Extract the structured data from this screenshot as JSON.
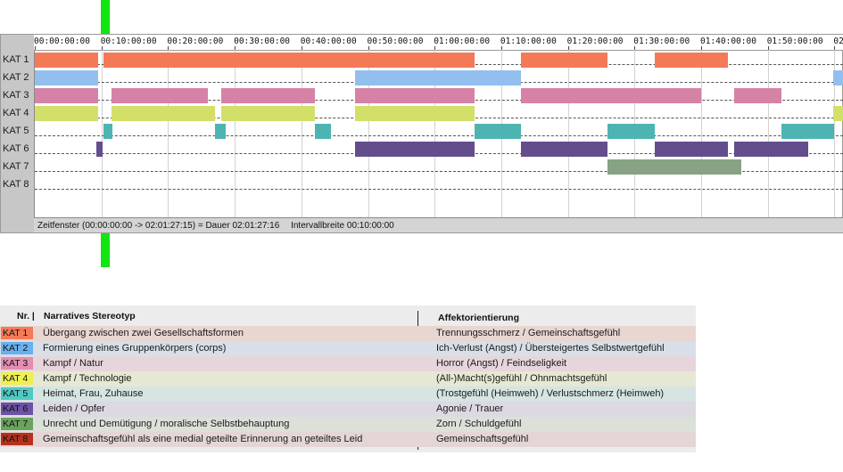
{
  "timeline": {
    "tick_labels": [
      "00:00:00:00",
      "00:10:00:00",
      "00:20:00:00",
      "00:30:00:00",
      "00:40:00:00",
      "00:50:00:00",
      "01:00:00:00",
      "01:10:00:00",
      "01:20:00:00",
      "01:30:00:00",
      "01:40:00:00",
      "01:50:00:00",
      "02"
    ],
    "tick_minutes": [
      0,
      10,
      20,
      30,
      40,
      50,
      60,
      70,
      80,
      90,
      100,
      110,
      120
    ],
    "rows": [
      {
        "label": "KAT 1",
        "color": "#f47a57",
        "segments": [
          [
            0,
            9.5
          ],
          [
            10.3,
            66
          ],
          [
            73,
            86
          ],
          [
            93,
            104
          ]
        ]
      },
      {
        "label": "KAT 2",
        "color": "#92bfee",
        "segments": [
          [
            0,
            9.5
          ],
          [
            48,
            73
          ],
          [
            119.8,
            121.5
          ]
        ]
      },
      {
        "label": "KAT 3",
        "color": "#d682a7",
        "segments": [
          [
            0,
            9.5
          ],
          [
            11.5,
            26
          ],
          [
            28,
            42
          ],
          [
            48,
            66
          ],
          [
            73,
            100
          ],
          [
            105,
            112
          ]
        ]
      },
      {
        "label": "KAT 4",
        "color": "#d2e06a",
        "segments": [
          [
            0,
            9.5
          ],
          [
            11.5,
            27
          ],
          [
            28,
            42
          ],
          [
            48,
            66
          ],
          [
            119.8,
            121.5
          ]
        ]
      },
      {
        "label": "KAT 5",
        "color": "#4eb4b2",
        "segments": [
          [
            10.3,
            11.6
          ],
          [
            27,
            28.6
          ],
          [
            42,
            44.5
          ],
          [
            66,
            73
          ],
          [
            86,
            93
          ],
          [
            112,
            120
          ]
        ]
      },
      {
        "label": "KAT 6",
        "color": "#634d8d",
        "segments": [
          [
            9.3,
            10.2
          ],
          [
            48,
            66
          ],
          [
            73,
            86
          ],
          [
            93,
            104
          ],
          [
            105,
            116
          ]
        ]
      },
      {
        "label": "KAT 7",
        "color": "#87a383",
        "segments": [
          [
            86,
            106
          ]
        ]
      },
      {
        "label": "KAT 8",
        "color": "#ffffff",
        "segments": []
      }
    ],
    "status_window": "Zeitfenster (00:00:00:00 -> 02:01:27:15) = Dauer 02:01:27:16",
    "status_interval": "Intervallbreite 00:10:00:00"
  },
  "legend": {
    "col_nr": "Nr. |",
    "col_stereotype": "Narratives Stereotyp",
    "col_affect": "Affektorientierung",
    "rows": [
      {
        "kat": "KAT 1",
        "badge_color": "#f47a57",
        "row_bg": "#e9d6d1",
        "stereotype": "Übergang zwischen zwei Gesellschaftsformen",
        "affect": "Trennungsschmerz / Gemeinschaftsgefühl"
      },
      {
        "kat": "KAT 2",
        "badge_color": "#6ab0ee",
        "row_bg": "#d8dfe8",
        "stereotype": "Formierung eines Gruppenkörpers (corps)",
        "affect": "Ich-Verlust (Angst) / Übersteigertes Selbstwertgefühl"
      },
      {
        "kat": "KAT 3",
        "badge_color": "#e28db2",
        "row_bg": "#e6d6dc",
        "stereotype": "Kampf / Natur",
        "affect": "Horror (Angst) / Feindseligkeit"
      },
      {
        "kat": "KAT 4",
        "badge_color": "#eef050",
        "row_bg": "#e6e8d3",
        "stereotype": "Kampf / Technologie",
        "affect": "(All-)Macht(s)gefühl / Ohnmachtsgefühl"
      },
      {
        "kat": "KAT 5",
        "badge_color": "#4fc9c2",
        "row_bg": "#d6e4e2",
        "stereotype": "Heimat, Frau, Zuhause",
        "affect": "(Trostgefühl (Heimweh) / Verlustschmerz (Heimweh)"
      },
      {
        "kat": "KAT 6",
        "badge_color": "#6b52a3",
        "row_bg": "#dcd9e2",
        "stereotype": "Leiden / Opfer",
        "affect": "Agonie / Trauer"
      },
      {
        "kat": "KAT 7",
        "badge_color": "#6aa35f",
        "row_bg": "#dbe1d9",
        "stereotype": "Unrecht und Demütigung / moralische Selbstbehauptung",
        "affect": "Zorn / Schuldgefühl"
      },
      {
        "kat": "KAT 8",
        "badge_color": "#b5311f",
        "row_bg": "#e5d6d6",
        "stereotype": "Gemeinschaftsgefühl als eine medial geteilte Erinnerung an geteiltes Leid",
        "affect": "Gemeinschaftsgefühl"
      }
    ]
  }
}
